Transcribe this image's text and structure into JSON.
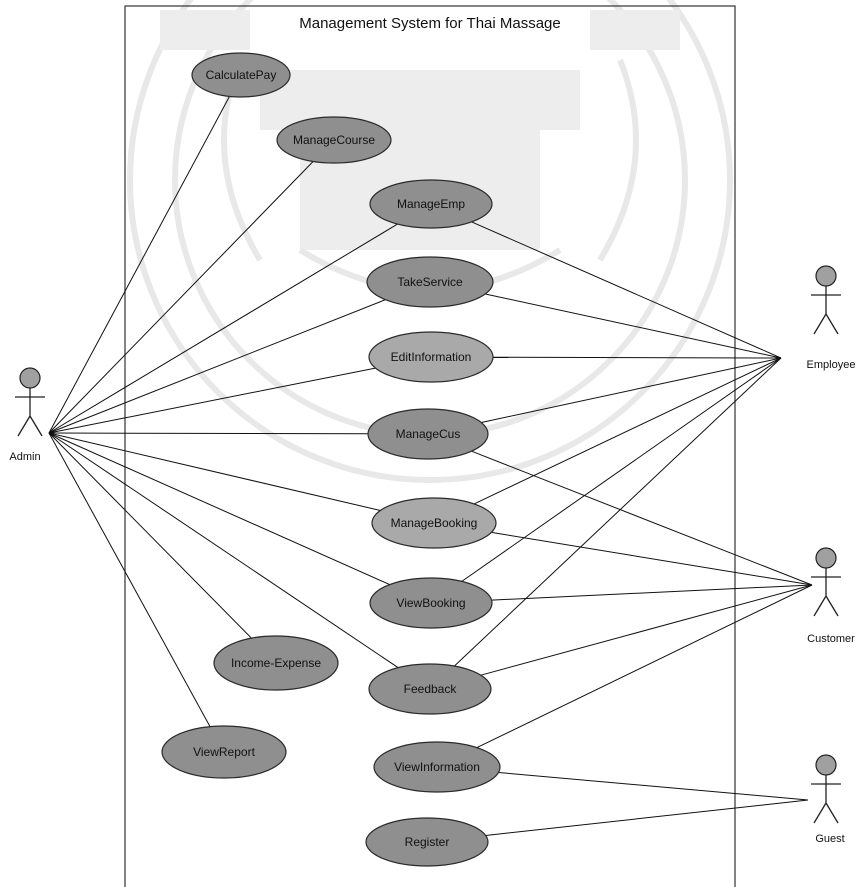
{
  "diagram": {
    "type": "use-case",
    "system_name": "Management System for Thai Massage",
    "actors": [
      {
        "id": "admin",
        "label": "Admin"
      },
      {
        "id": "employee",
        "label": "Employee"
      },
      {
        "id": "customer",
        "label": "Customer"
      },
      {
        "id": "guest",
        "label": "Guest"
      }
    ],
    "use_cases": [
      {
        "id": "calculatepay",
        "label": "CalculatePay"
      },
      {
        "id": "managecourse",
        "label": "ManageCourse"
      },
      {
        "id": "manageemp",
        "label": "ManageEmp"
      },
      {
        "id": "takeservice",
        "label": "TakeService"
      },
      {
        "id": "editinformation",
        "label": "EditInformation"
      },
      {
        "id": "managecus",
        "label": "ManageCus"
      },
      {
        "id": "managebooking",
        "label": "ManageBooking"
      },
      {
        "id": "viewbooking",
        "label": "ViewBooking"
      },
      {
        "id": "income-expense",
        "label": "Income-Expense"
      },
      {
        "id": "feedback",
        "label": "Feedback"
      },
      {
        "id": "viewreport",
        "label": "ViewReport"
      },
      {
        "id": "viewinformation",
        "label": "ViewInformation"
      },
      {
        "id": "register",
        "label": "Register"
      }
    ],
    "associations": [
      [
        "admin",
        "calculatepay"
      ],
      [
        "admin",
        "managecourse"
      ],
      [
        "admin",
        "manageemp"
      ],
      [
        "admin",
        "takeservice"
      ],
      [
        "admin",
        "editinformation"
      ],
      [
        "admin",
        "managecus"
      ],
      [
        "admin",
        "managebooking"
      ],
      [
        "admin",
        "viewbooking"
      ],
      [
        "admin",
        "income-expense"
      ],
      [
        "admin",
        "feedback"
      ],
      [
        "admin",
        "viewreport"
      ],
      [
        "employee",
        "manageemp"
      ],
      [
        "employee",
        "takeservice"
      ],
      [
        "employee",
        "editinformation"
      ],
      [
        "employee",
        "managecus"
      ],
      [
        "employee",
        "managebooking"
      ],
      [
        "employee",
        "viewbooking"
      ],
      [
        "employee",
        "feedback"
      ],
      [
        "customer",
        "managecus"
      ],
      [
        "customer",
        "managebooking"
      ],
      [
        "customer",
        "viewbooking"
      ],
      [
        "customer",
        "feedback"
      ],
      [
        "customer",
        "viewinformation"
      ],
      [
        "guest",
        "viewinformation"
      ],
      [
        "guest",
        "register"
      ]
    ]
  }
}
